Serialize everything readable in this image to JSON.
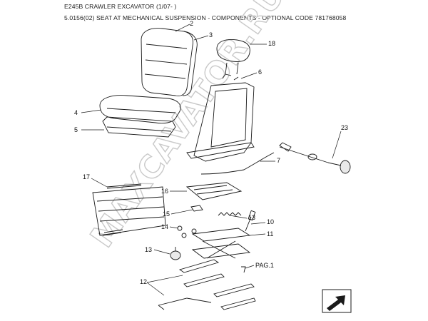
{
  "header": {
    "title": "E245B CRAWLER EXCAVATOR (1/07- )",
    "subtitle": "5.0156(02) SEAT AT MECHANICAL SUSPENSION - COMPONENTS - OPTIONAL CODE 781768058"
  },
  "callouts": {
    "c2": "2",
    "c3": "3",
    "c4": "4",
    "c5": "5",
    "c6": "6",
    "c7": "7",
    "c10": "10",
    "c11": "11",
    "c12": "12",
    "c13a": "13",
    "c13b": "13",
    "c14": "14",
    "c15": "15",
    "c16": "16",
    "c17": "17",
    "c18": "18",
    "c23": "23",
    "pag": "PAG.1"
  },
  "watermark": "MAXCAVATOR.RU",
  "nav": {
    "icon": "next-page-arrow-icon"
  }
}
